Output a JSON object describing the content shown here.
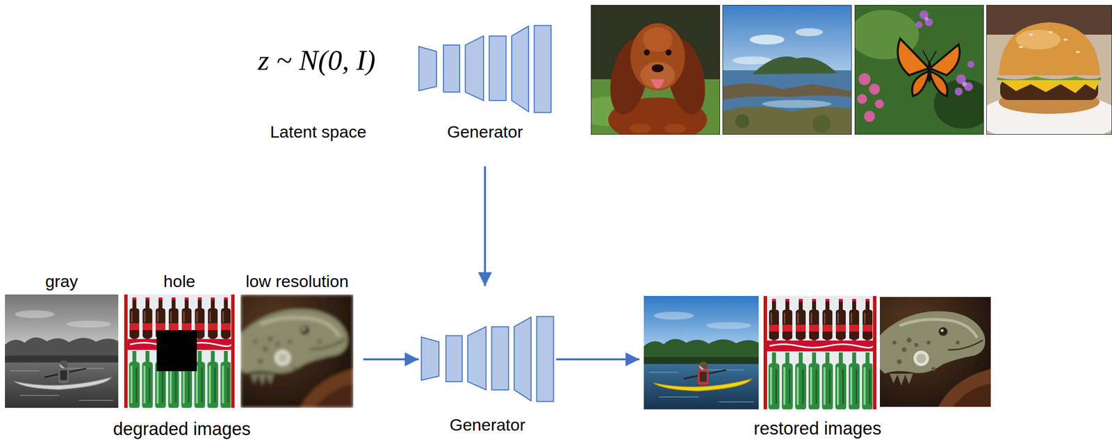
{
  "diagram": {
    "nodes": [
      {
        "text": [
          "Generator"
        ]
      },
      {
        "text": [
          "degraded images"
        ]
      },
      {
        "text": [
          "gray"
        ],
        "in": 1
      },
      {
        "text": [
          "hole"
        ],
        "in": 1
      },
      {
        "text": [
          "low resolution"
        ],
        "in": 1
      },
      {
        "text": [
          "Generator"
        ]
      },
      {
        "text": [
          "restored images"
        ]
      }
    ],
    "edges": [
      {
        "from": 0,
        "to": 5,
        "arrow": "to"
      },
      {
        "from": 1,
        "to": 5,
        "arrow": "to"
      },
      {
        "from": 5,
        "to": 6,
        "arrow": "to"
      }
    ],
    "labels": [
      "z ~ N(0, I)",
      "Latent space"
    ]
  }
}
